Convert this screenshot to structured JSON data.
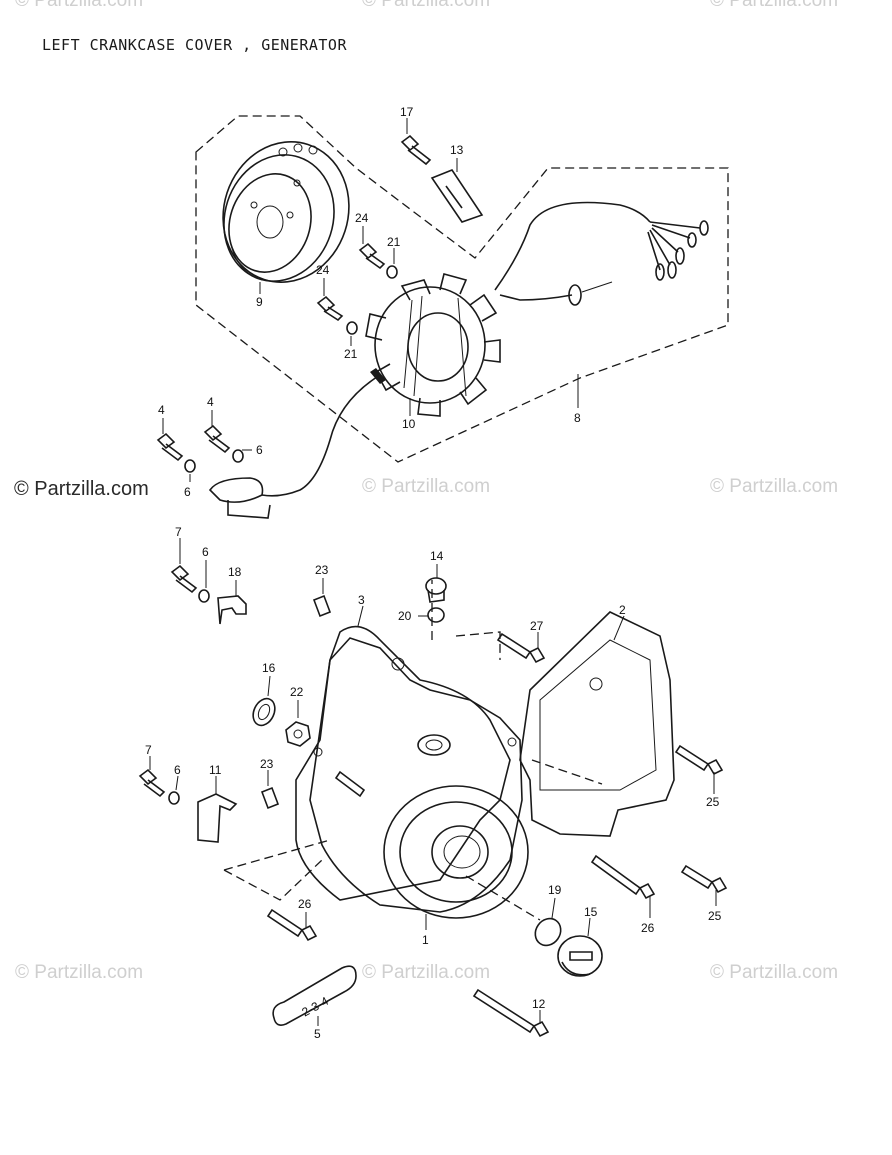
{
  "diagram": {
    "title": "LEFT CRANKCASE COVER , GENERATOR",
    "watermarks": [
      "© Partzilla.com",
      "© Partzilla.com",
      "© Partzilla.com",
      "© Partzilla.com",
      "© Partzilla.com",
      "© Partzilla.com",
      "© Partzilla.com",
      "© Partzilla.com",
      "© Partzilla.com"
    ],
    "stamp_text": "2-3-4",
    "callouts": {
      "c1": "1",
      "c2": "2",
      "c3": "3",
      "c4a": "4",
      "c4b": "4",
      "c5": "5",
      "c6a": "6",
      "c6b": "6",
      "c6c": "6",
      "c6d": "6",
      "c7a": "7",
      "c7b": "7",
      "c8": "8",
      "c9": "9",
      "c10": "10",
      "c11": "11",
      "c12": "12",
      "c13": "13",
      "c14": "14",
      "c15": "15",
      "c16": "16",
      "c17": "17",
      "c18": "18",
      "c19": "19",
      "c20": "20",
      "c21a": "21",
      "c21b": "21",
      "c22": "22",
      "c23a": "23",
      "c23b": "23",
      "c24a": "24",
      "c24b": "24",
      "c25a": "25",
      "c25b": "25",
      "c26a": "26",
      "c26b": "26",
      "c27": "27"
    }
  }
}
